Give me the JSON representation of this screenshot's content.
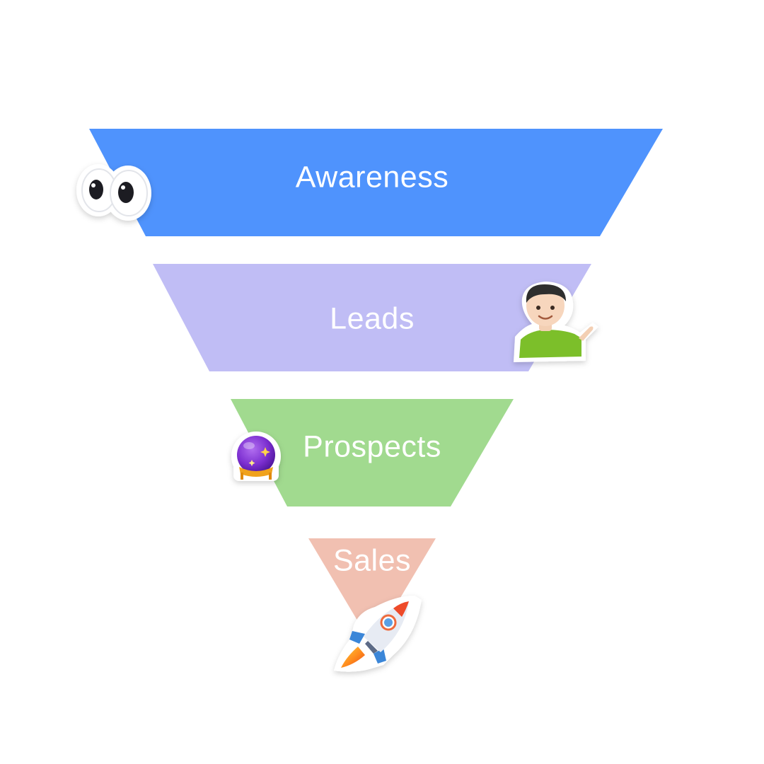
{
  "funnel": {
    "stages": [
      {
        "label": "Awareness",
        "color": "#4f93fd",
        "icon": "eyes-icon"
      },
      {
        "label": "Leads",
        "color": "#c0bdf5",
        "icon": "person-shrugging-icon"
      },
      {
        "label": "Prospects",
        "color": "#a1da8f",
        "icon": "crystal-ball-icon"
      },
      {
        "label": "Sales",
        "color": "#f1c0b1",
        "icon": "rocket-icon"
      }
    ]
  }
}
